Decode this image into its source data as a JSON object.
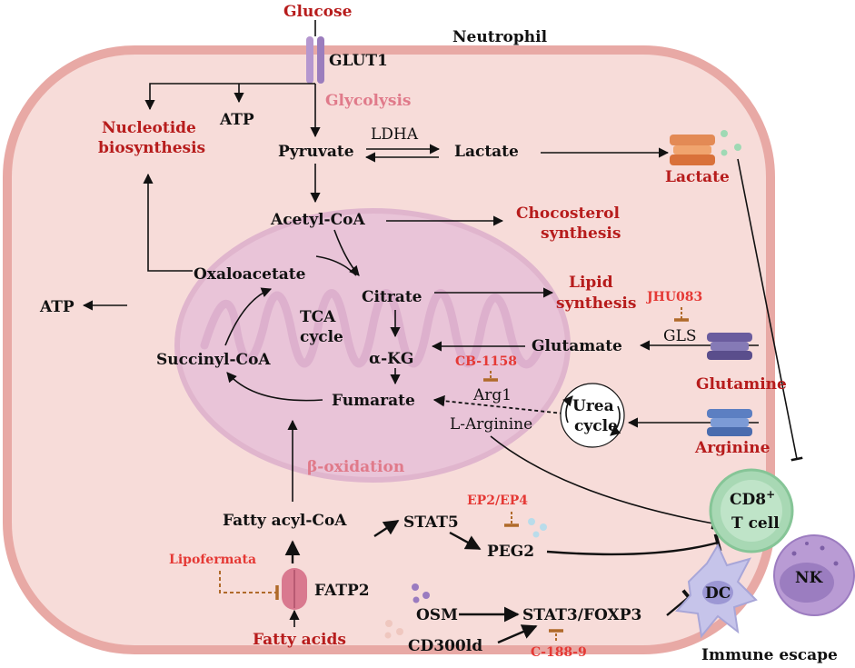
{
  "title": "Neutrophil",
  "nodes": {
    "glucose": "Glucose",
    "glut1": "GLUT1",
    "glycolysis": "Glycolysis",
    "atp_top": "ATP",
    "nucleotide_line1": "Nucleotide",
    "nucleotide_line2": "biosynthesis",
    "pyruvate": "Pyruvate",
    "ldha": "LDHA",
    "lactate_in": "Lactate",
    "lactate_out": "Lactate",
    "acetyl_coa": "Acetyl-CoA",
    "chol_line1": "Chocosterol",
    "chol_line2": "synthesis",
    "oxaloacetate": "Oxaloacetate",
    "citrate": "Citrate",
    "lipid_line1": "Lipid",
    "lipid_line2": "synthesis",
    "atp_left": "ATP",
    "tca_line1": "TCA",
    "tca_line2": "cycle",
    "jhu083": "JHU083",
    "gls": "GLS",
    "glutamate": "Glutamate",
    "akg": "α-KG",
    "succinyl_coa": "Succinyl-CoA",
    "cb1158": "CB-1158",
    "arg1": "Arg1",
    "glutamine": "Glutamine",
    "fumarate": "Fumarate",
    "l_arginine": "L-Arginine",
    "urea_line1": "Urea",
    "urea_line2": "cycle",
    "arginine": "Arginine",
    "beta_ox": "β-oxidation",
    "fatty_acyl_coa": "Fatty acyl-CoA",
    "stat5": "STAT5",
    "ep2ep4": "EP2/EP4",
    "peg2": "PEG2",
    "lipofermata": "Lipofermata",
    "fatp2": "FATP2",
    "fatty_acids": "Fatty acids",
    "osm": "OSM",
    "stat3": "STAT3/FOXP3",
    "cd300ld": "CD300ld",
    "c188": "C-188-9",
    "cd8_line1": "CD8",
    "cd8_sup": "+",
    "cd8_line2": "T cell",
    "nk": "NK",
    "dc": "DC",
    "immune_escape": "Immune escape"
  },
  "colors": {
    "cell_fill": "#f7dcd9",
    "cell_border": "#e8a9a5",
    "mito_fill": "#e9c4d8",
    "mito_cristae": "#d4a1c4",
    "metabolite_red": "#b71c1c",
    "inhibitor_red": "#e53935",
    "inhibitor_line": "#b06a2a",
    "cd8_fill": "#a8d8b4",
    "nk_fill": "#b99bd4",
    "dc_fill": "#c6c4ea",
    "glut1": "#b597cf",
    "lactate_transporter": "#e38a55",
    "glutamine_transporter": "#6a5c9e",
    "arginine_transporter": "#5c7fc2",
    "fatp2": "#d9798f"
  }
}
